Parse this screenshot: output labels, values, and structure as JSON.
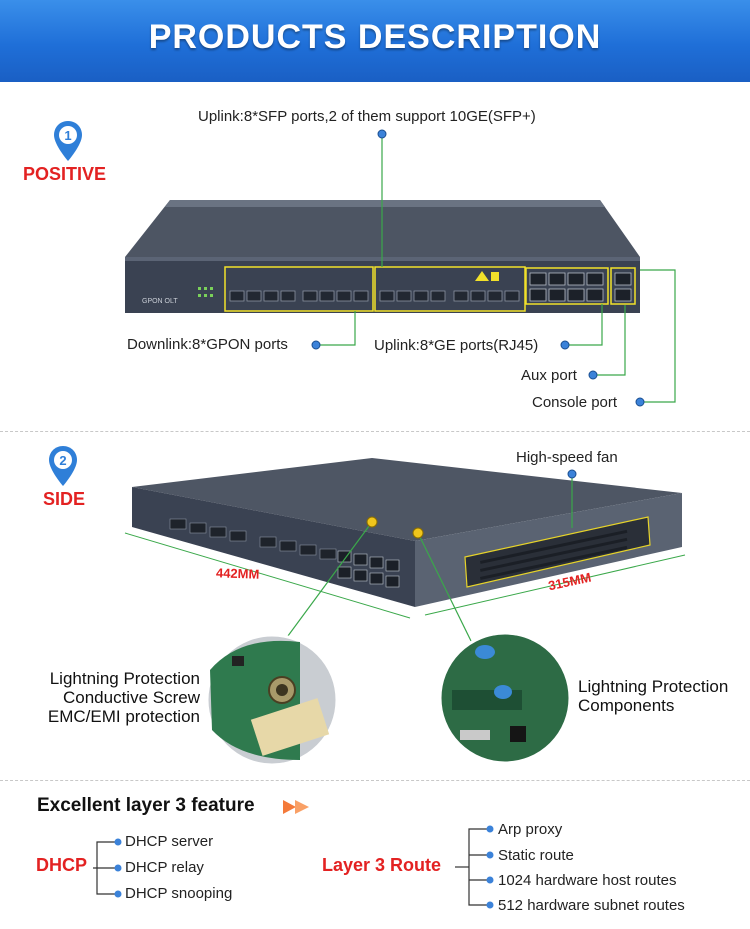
{
  "header": {
    "title": "PRODUCTS DESCRIPTION"
  },
  "positive": {
    "pin_number": "1",
    "label": "POSITIVE",
    "callouts": {
      "uplink_sfp": "Uplink:8*SFP ports,2 of them support 10GE(SFP+)",
      "downlink": "Downlink:8*GPON ports",
      "uplink_ge": "Uplink:8*GE ports(RJ45)",
      "aux": "Aux port",
      "console": "Console port"
    },
    "device_label": "GPON OLT"
  },
  "side": {
    "pin_number": "2",
    "label": "SIDE",
    "fan": "High-speed fan",
    "width_dim": "442MM",
    "depth_dim": "315MM",
    "left_callout": [
      "Lightning Protection",
      "Conductive Screw",
      "EMC/EMI protection"
    ],
    "right_callout": [
      "Lightning Protection",
      "Components"
    ]
  },
  "features": {
    "title": "Excellent layer 3 feature",
    "dhcp": {
      "label": "DHCP",
      "items": [
        "DHCP server",
        "DHCP relay",
        "DHCP snooping"
      ]
    },
    "l3": {
      "label": "Layer 3 Route",
      "items": [
        "Arp proxy",
        "Static route",
        "1024 hardware host routes",
        "512 hardware subnet routes"
      ]
    }
  },
  "colors": {
    "header_blue": "#1f6fd8",
    "accent_red": "#e32222",
    "callout_blue": "#3b82d9",
    "callout_green": "#3aa84a"
  }
}
